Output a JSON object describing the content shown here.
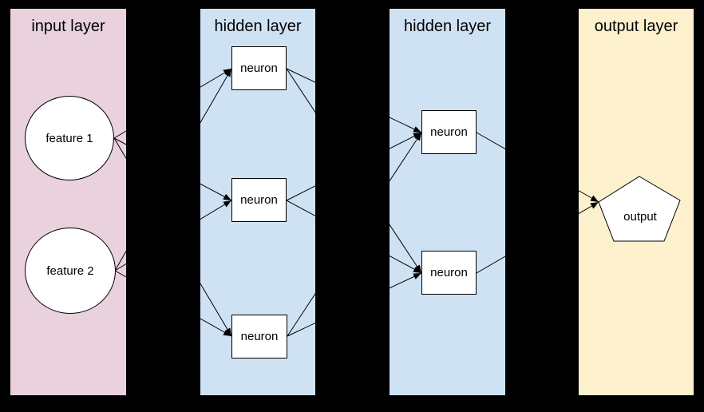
{
  "canvas": {
    "background_color": "#000000",
    "node_fill_color": "#ffffff",
    "edge_color": "#000000"
  },
  "diagram": {
    "layers": [
      {
        "title": "input layer",
        "color": "#e9d1dd",
        "nodes": [
          {
            "id": "feature1",
            "label": "feature 1",
            "shape": "circle"
          },
          {
            "id": "feature2",
            "label": "feature 2",
            "shape": "circle"
          }
        ]
      },
      {
        "title": "hidden layer",
        "color": "#cfe2f3",
        "nodes": [
          {
            "id": "h1n1",
            "label": "neuron",
            "shape": "rect"
          },
          {
            "id": "h1n2",
            "label": "neuron",
            "shape": "rect"
          },
          {
            "id": "h1n3",
            "label": "neuron",
            "shape": "rect"
          }
        ]
      },
      {
        "title": "hidden layer",
        "color": "#cfe2f3",
        "nodes": [
          {
            "id": "h2n1",
            "label": "neuron",
            "shape": "rect"
          },
          {
            "id": "h2n2",
            "label": "neuron",
            "shape": "rect"
          }
        ]
      },
      {
        "title": "output layer",
        "color": "#fdf0cd",
        "nodes": [
          {
            "id": "output",
            "label": "output",
            "shape": "pentagon"
          }
        ]
      }
    ],
    "edges": [
      {
        "from": "feature1",
        "to": "h1n1"
      },
      {
        "from": "feature1",
        "to": "h1n2"
      },
      {
        "from": "feature1",
        "to": "h1n3"
      },
      {
        "from": "feature2",
        "to": "h1n1"
      },
      {
        "from": "feature2",
        "to": "h1n2"
      },
      {
        "from": "feature2",
        "to": "h1n3"
      },
      {
        "from": "h1n1",
        "to": "h2n1"
      },
      {
        "from": "h1n1",
        "to": "h2n2"
      },
      {
        "from": "h1n2",
        "to": "h2n1"
      },
      {
        "from": "h1n2",
        "to": "h2n2"
      },
      {
        "from": "h1n3",
        "to": "h2n1"
      },
      {
        "from": "h1n3",
        "to": "h2n2"
      },
      {
        "from": "h2n1",
        "to": "output"
      },
      {
        "from": "h2n2",
        "to": "output"
      }
    ]
  }
}
